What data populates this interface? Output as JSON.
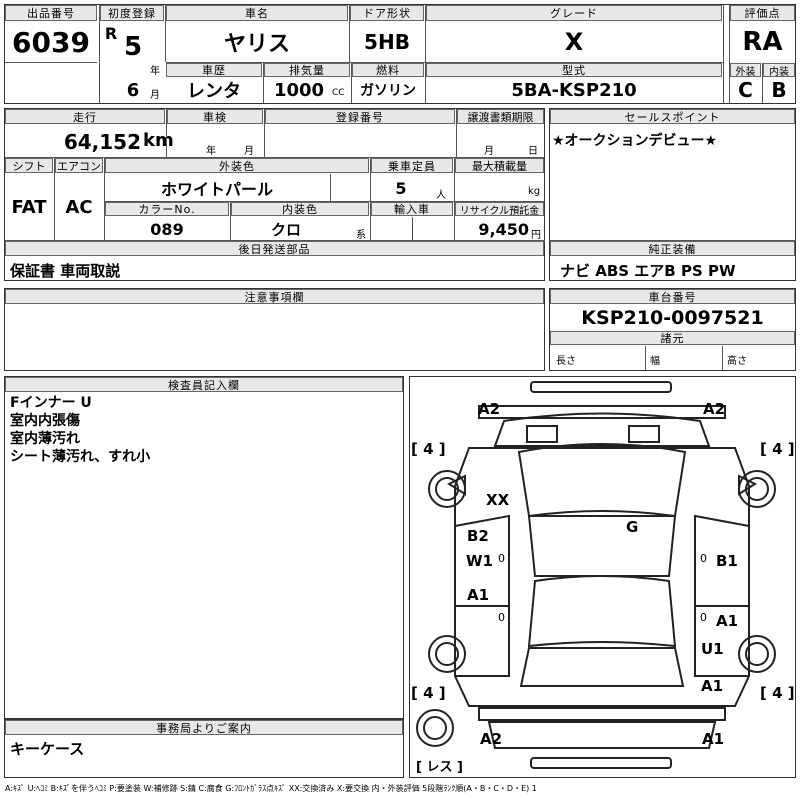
{
  "labels": {
    "lot_no": "出品番号",
    "first_reg": "初度登録",
    "car_name": "車名",
    "door": "ドア形状",
    "grade": "グレード",
    "score": "評価点",
    "history": "車歴",
    "displacement": "排気量",
    "fuel": "燃料",
    "model": "型式",
    "exterior": "外装",
    "interior": "内装",
    "mileage": "走行",
    "inspection": "車検",
    "registration": "登録番号",
    "doc_deadline": "譲渡書類期限",
    "sales_point": "セールスポイント",
    "shift": "シフト",
    "aircon": "エアコン",
    "ext_color": "外装色",
    "capacity": "乗車定員",
    "max_load": "最大積載量",
    "color_no": "カラーNo.",
    "int_color": "内装色",
    "import": "輸入車",
    "recycle": "リサイクル預託金",
    "later_parts": "後日発送部品",
    "genuine_equip": "純正装備",
    "caution": "注意事項欄",
    "chassis": "車台番号",
    "specs": "諸元",
    "length": "長さ",
    "width": "幅",
    "height": "高さ",
    "inspector": "検査員記入欄",
    "office": "事務局よりご案内"
  },
  "units": {
    "year": "年",
    "month": "月",
    "day": "日",
    "cc": "CC",
    "km": "km",
    "persons": "人",
    "kg": "kg",
    "yen": "円",
    "kei": "系"
  },
  "vehicle": {
    "lot_no": "6039",
    "era": "R",
    "reg_year": "5",
    "reg_month": "6",
    "car_name": "ヤリス",
    "door": "5HB",
    "grade": "X",
    "score": "RA",
    "history": "レンタ",
    "displacement": "1000",
    "fuel": "ガソリン",
    "model": "5BA-KSP210",
    "exterior_score": "C",
    "interior_score": "B",
    "mileage": "64,152",
    "sales_point": "★オークションデビュー★",
    "shift": "FAT",
    "aircon": "AC",
    "ext_color": "ホワイトパール",
    "capacity": "5",
    "color_no": "089",
    "int_color": "クロ",
    "recycle_fee": "9,450",
    "later_parts": "保証書 車両取説",
    "genuine_equip": "ナビ ABS エアB PS PW",
    "chassis": "KSP210-0097521"
  },
  "inspector_notes": [
    "Fインナー U",
    "室内内張傷",
    "室内薄汚れ",
    "シート薄汚れ、すれ小"
  ],
  "office_note": "キーケース",
  "damage_map": {
    "front_left": "A2",
    "front_right": "A2",
    "tire_fl": "[ 4 ]",
    "tire_fr": "[ 4 ]",
    "tire_rl": "[ 4 ]",
    "tire_rr": "[ 4 ]",
    "hood": "XX",
    "roof": "G",
    "left_front_door_1": "B2",
    "left_front_door_2": "W1",
    "left_rear_door": "A1",
    "right_front_door": "B1",
    "right_rear_door": "A1",
    "right_quarter": "U1",
    "right_rear": "A1",
    "rear_left": "A2",
    "rear_right": "A1",
    "spare": "[ レス ]",
    "mark_zero": "0"
  },
  "legend": "A:ｷｽﾞ U:ﾍｺﾐ B:ｷｽﾞを伴うﾍｺﾐ P:要塗装 W:補修跡 S:錆 C:腐食 G:ﾌﾛﾝﾄｶﾞﾗｽ点ｷｽﾞ XX:交換済み X:要交換 内・外装評価 5段階ﾗﾝｸ順(A・B・C・D・E) 1"
}
